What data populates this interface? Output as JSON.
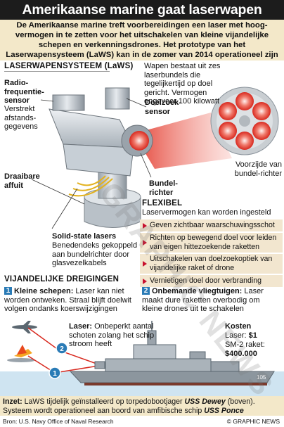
{
  "title": "Amerikaanse marine gaat laserwapen inzetten",
  "intro": "De Amerikaanse marine treft voorbereidingen een laser met hoog-vermogen in te zetten voor het uitschakelen van kleine vijandelijke schepen en verkenningsdrones. Het prototype van het Laserwapensysteem (LaWS) kan in de zomer van 2014 operationeel zijn",
  "laws": {
    "heading": "LASERWAPENSYSTEEM (LaWS)",
    "radio_title": "Radio-frequentie-sensor",
    "radio_desc": "Verstrekt afstands-gegevens",
    "sensor_title": "Doelzoek-sensor",
    "affuit_title": "Draaibare affuit",
    "richter_title": "Bundel-richter",
    "lasers_title": "Solid-state lasers",
    "lasers_desc": "Benedendeks gekoppeld aan bundelrichter door glasvezelkabels"
  },
  "beam": {
    "desc": "Wapen bestaat uit zes laserbundels die tegelijkertijd op doel gericht. Vermogen ongeveer 100 kilowatt",
    "front_label": "Voorzijde van bundel-richter"
  },
  "flexibel": {
    "heading": "FLEXIBEL",
    "intro": "Laservermogen kan worden ingesteld op:",
    "items": [
      "Geven zichtbaar waarschuwingsschot",
      "Richten op bewegend doel voor leiden van eigen hittezoekende raketten",
      "Uitschakelen van doelzoekoptiek van vijandelijke raket of drone",
      "Vernietigen doel door verbranding"
    ]
  },
  "dreigingen": {
    "heading": "VIJANDELIJKE DREIGINGEN",
    "t1_num": "1",
    "t1_title": "Kleine schepen:",
    "t1_desc": " Laser kan niet worden ontweken. Straal blijft doelwit volgen ondanks koerswijzigingen",
    "t2_num": "2",
    "t2_title": "Onbemande vliegtuigen:",
    "t2_desc": " Laser maakt dure raketten overbodig om kleine drones uit te schakelen"
  },
  "ship": {
    "laser_title": "Laser:",
    "laser_desc": " Onbeperkt aantal schoten zolang het schip stroom heeft",
    "kosten_title": "Kosten",
    "laser_cost_label": "Laser:",
    "laser_cost": "$1",
    "sm2_label": "SM-2 raket:",
    "sm2_cost": "$400.000",
    "hull_number": "105",
    "marker1": "1",
    "marker2": "2"
  },
  "footer": {
    "inzet_title": "Inzet:",
    "inzet_text_1": " LaWS tijdelijk geïnstalleerd op torpedobootjager ",
    "inzet_ship_1": "USS Dewey",
    "inzet_text_2": " (boven). Systeem wordt operationeel aan boord van amfibische schip ",
    "inzet_ship_2": "USS Ponce",
    "source": "Bron: U.S. Navy Office of Naval Research",
    "copyright": "© GRAPHIC NEWS"
  },
  "watermark": "GRAPHIC NEWS",
  "colors": {
    "accent_red": "#c8102e",
    "beige": "#f3e8c9",
    "blue_marker": "#2a7bb6",
    "title_bg": "#1c1c1c"
  }
}
